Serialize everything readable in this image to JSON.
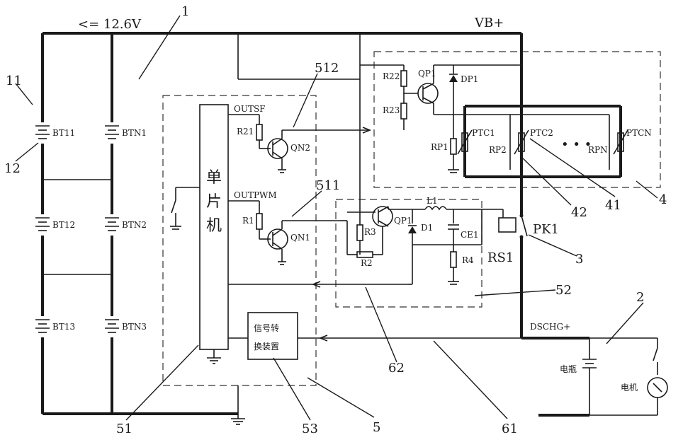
{
  "labels": {
    "voltage": "<= 12.6V",
    "vb_plus": "VB+",
    "batteries": [
      "BT11",
      "BT12",
      "BT13",
      "BTN1",
      "BTN2",
      "BTN3"
    ],
    "mcu_chars": [
      "单",
      "片",
      "机"
    ],
    "outsf": "OUTSF",
    "outpwm": "OUTPWM",
    "r21": "R21",
    "r1": "R1",
    "qn2": "QN2",
    "qn1": "QN1",
    "r22": "R22",
    "r23": "R23",
    "qp1_top": "QP1",
    "dp1": "DP1",
    "rp1": "RP1",
    "ptc1": "PTC1",
    "ptc2": "PTC2",
    "ptcn": "PTCN",
    "rp2": "RP2",
    "rpn": "RPN",
    "l1": "L1",
    "qp1_mid": "QP1",
    "r3": "R3",
    "d1": "D1",
    "ce1": "CE1",
    "r2": "R2",
    "r4": "R4",
    "rs1": "RS1",
    "pk1": "PK1",
    "signal_converter": [
      "信号转",
      "换装置"
    ],
    "dschg": "DSCHG+",
    "battery_cn": "电瓶",
    "motor_cn": "电机"
  },
  "refs": {
    "n1": "1",
    "n11": "11",
    "n12": "12",
    "n512": "512",
    "n511": "511",
    "n4": "4",
    "n41": "41",
    "n42": "42",
    "n3": "3",
    "n52": "52",
    "n2": "2",
    "n62": "62",
    "n51": "51",
    "n53": "53",
    "n5": "5",
    "n61": "61"
  }
}
